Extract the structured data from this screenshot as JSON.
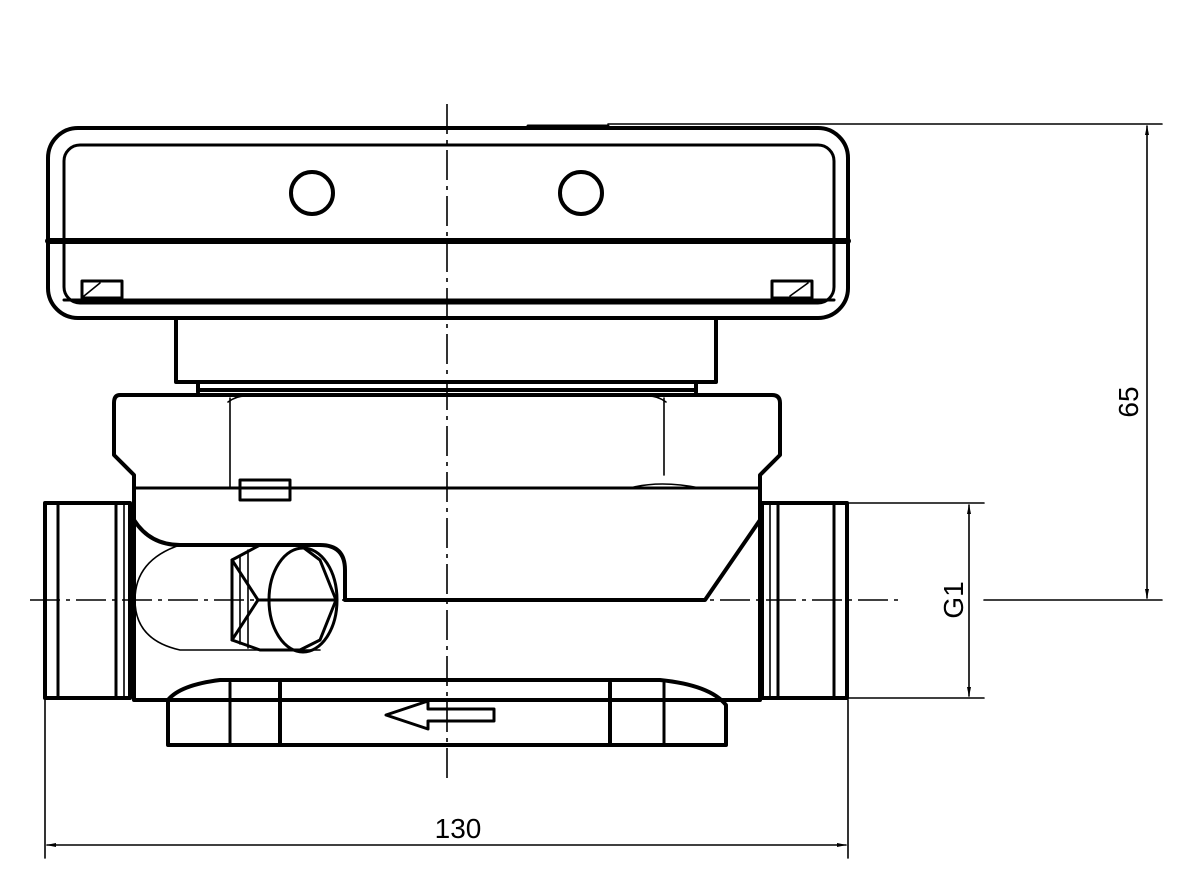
{
  "dimensions": {
    "width_label": "130",
    "height_label": "65",
    "thread_label": "G1"
  },
  "flow_arrow": "flow-direction-arrow"
}
